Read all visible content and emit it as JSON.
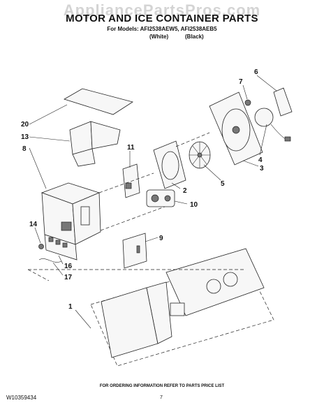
{
  "watermark": "AppliancePartsPros.com",
  "title": "MOTOR AND ICE CONTAINER PARTS",
  "models": "For Models: AFI2538AEW5, AFI2538AEB5",
  "color_white": "(White)",
  "color_black": "(Black)",
  "footer": "FOR ORDERING INFORMATION REFER TO PARTS PRICE LIST",
  "doc_number": "W10359434",
  "page_number": "7",
  "callouts": {
    "c1": "1",
    "c2": "2",
    "c3": "3",
    "c4": "4",
    "c5": "5",
    "c6": "6",
    "c7": "7",
    "c8": "8",
    "c9": "9",
    "c10": "10",
    "c11": "11",
    "c13": "13",
    "c14": "14",
    "c16": "16",
    "c17": "17",
    "c20": "20"
  }
}
